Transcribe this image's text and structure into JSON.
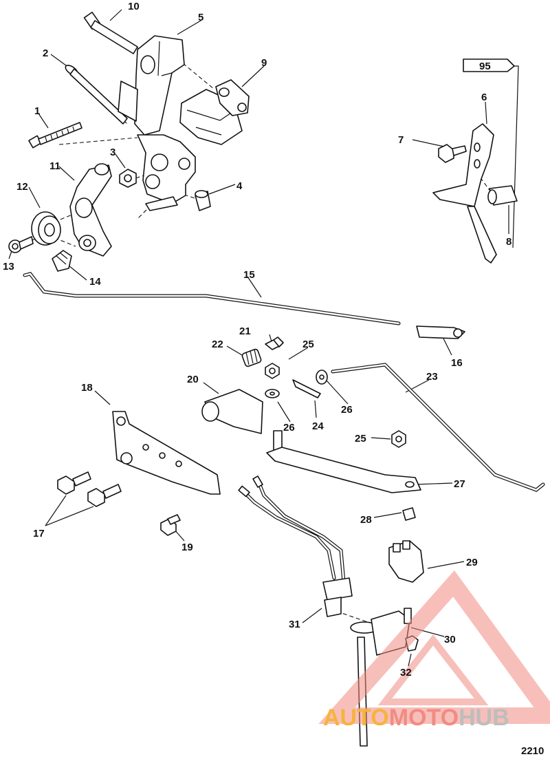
{
  "figure_number": "2210",
  "tube_label": "95",
  "part_numbers": [
    "1",
    "2",
    "3",
    "4",
    "5",
    "6",
    "7",
    "8",
    "9",
    "10",
    "11",
    "12",
    "13",
    "14",
    "15",
    "16",
    "17",
    "18",
    "19",
    "20",
    "21",
    "22",
    "23",
    "24",
    "25",
    "25",
    "26",
    "26",
    "27",
    "28",
    "29",
    "30",
    "31",
    "32"
  ],
  "watermark": {
    "word_a": "AUTO",
    "word_b": "MOTO",
    "word_c": "HUB",
    "color_a": "#f5b43c",
    "color_b": "#f28b82",
    "color_c": "#bdbdbd",
    "triangle_color": "#f28b82"
  }
}
